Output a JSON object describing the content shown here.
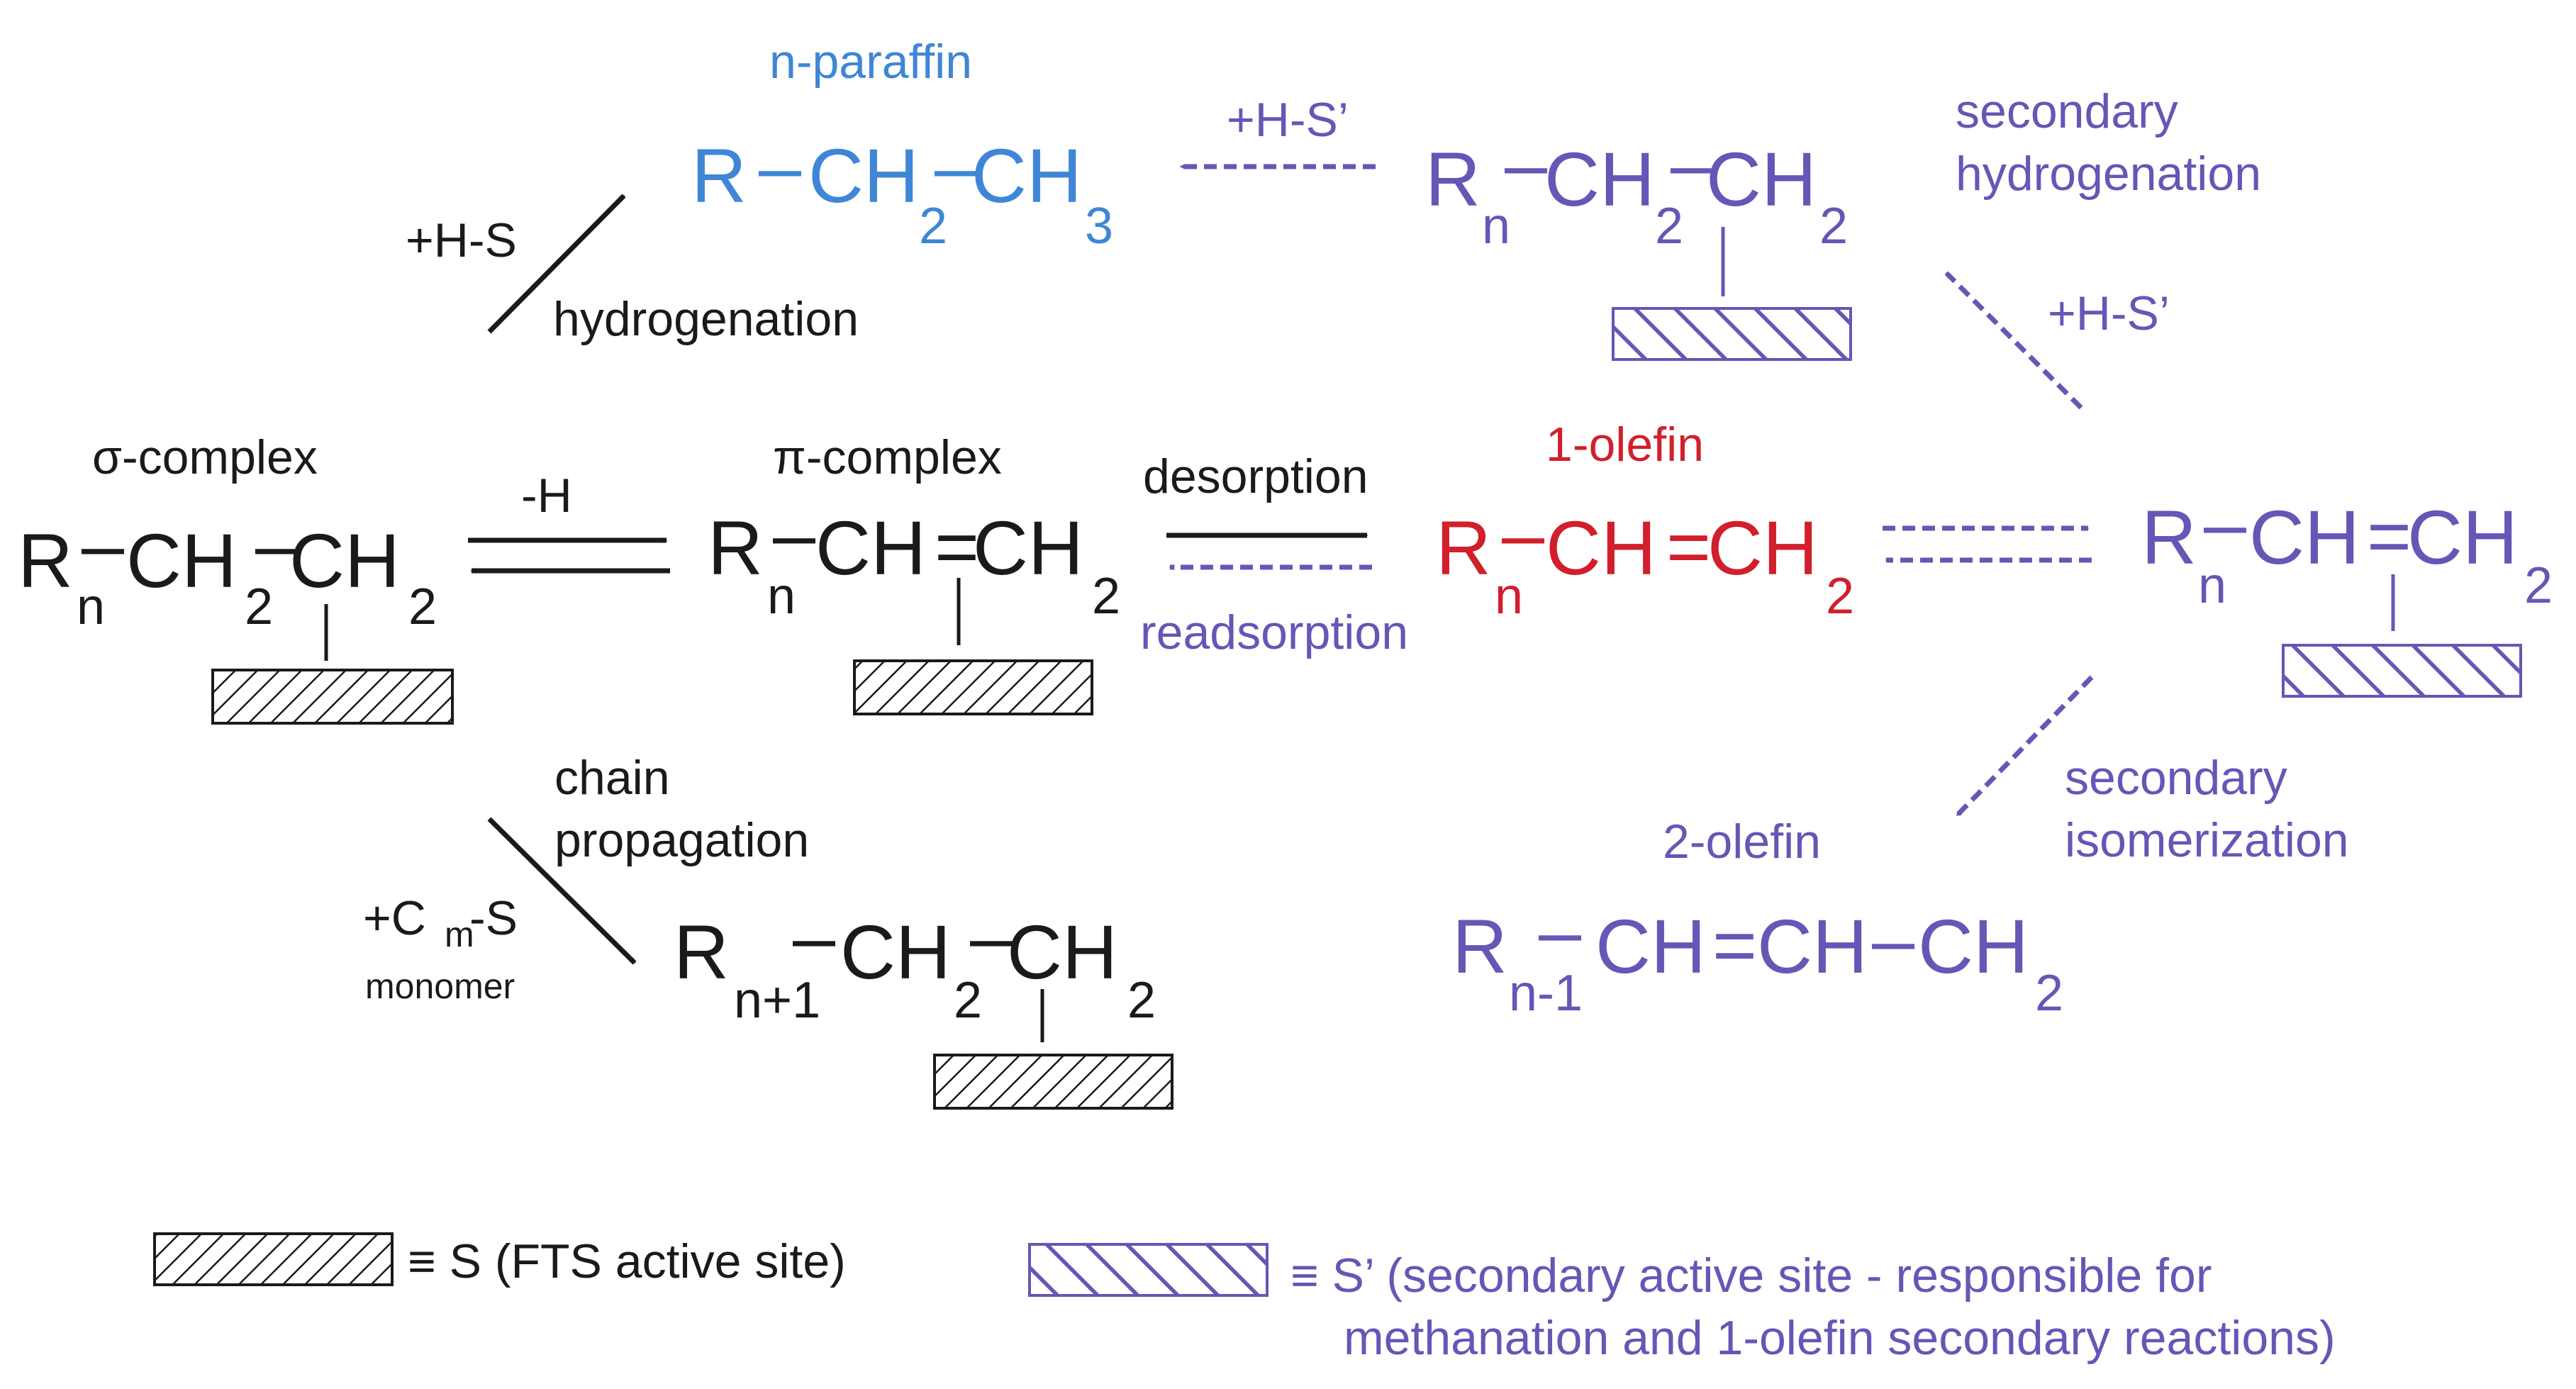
{
  "colors": {
    "black": "#1a1a1a",
    "blue": "#3f86d6",
    "purple": "#6656b6",
    "red": "#d11f2b"
  },
  "labels": {
    "n_paraffin": "n-paraffin",
    "sigma_complex": "σ-complex",
    "pi_complex": "π-complex",
    "one_olefin": "1-olefin",
    "two_olefin": "2-olefin",
    "plus_hs": "+H-S",
    "hydrogenation": "hydrogenation",
    "minus_h": "-H",
    "desorption": "desorption",
    "readsorption": "readsorption",
    "plus_hs_prime_top": "+H-S’",
    "plus_hs_prime_right": "+H-S’",
    "secondary": "secondary",
    "hydrogenation_2": "hydrogenation",
    "secondary_2": "secondary",
    "isomerization": "isomerization",
    "chain": "chain",
    "propagation": "propagation",
    "plus_c": "+C",
    "sub_m": "m",
    "dash_s": "-S",
    "monomer": "monomer"
  },
  "formulas": {
    "paraffin": {
      "p1": "R",
      "p2": "CH",
      "s2": "2",
      "p3": "CH",
      "s3": "3"
    },
    "sec_hydro": {
      "p1": "R",
      "s1": "n",
      "p2": "CH",
      "s2": "2",
      "p3": "CH",
      "s3": "2"
    },
    "sigma": {
      "p1": "R",
      "s1": "n",
      "p2": "CH",
      "s2": "2",
      "p3": "CH",
      "s3": "2"
    },
    "pi": {
      "p1": "R",
      "s1": "n",
      "p2": "CH",
      "p3": "CH",
      "s3": "2"
    },
    "olefin1": {
      "p1": "R",
      "s1": "n",
      "p2": "CH",
      "p3": "CH",
      "s3": "2"
    },
    "olefin1_ads": {
      "p1": "R",
      "s1": "n",
      "p2": "CH",
      "p3": "CH",
      "s3": "2"
    },
    "propagated": {
      "p1": "R",
      "s1": "n+1",
      "p2": "CH",
      "s2": "2",
      "p3": "CH",
      "s3": "2"
    },
    "olefin2": {
      "p1": "R",
      "s1": "n-1",
      "p2": "CH",
      "p3": "CH",
      "p4": "CH",
      "s4": "2"
    }
  },
  "legend": {
    "s_site": "≡ S (FTS active site)",
    "s_prime_line1": "≡ S’ (secondary active site - responsible for",
    "s_prime_line2": "methanation and 1-olefin secondary reactions)"
  }
}
